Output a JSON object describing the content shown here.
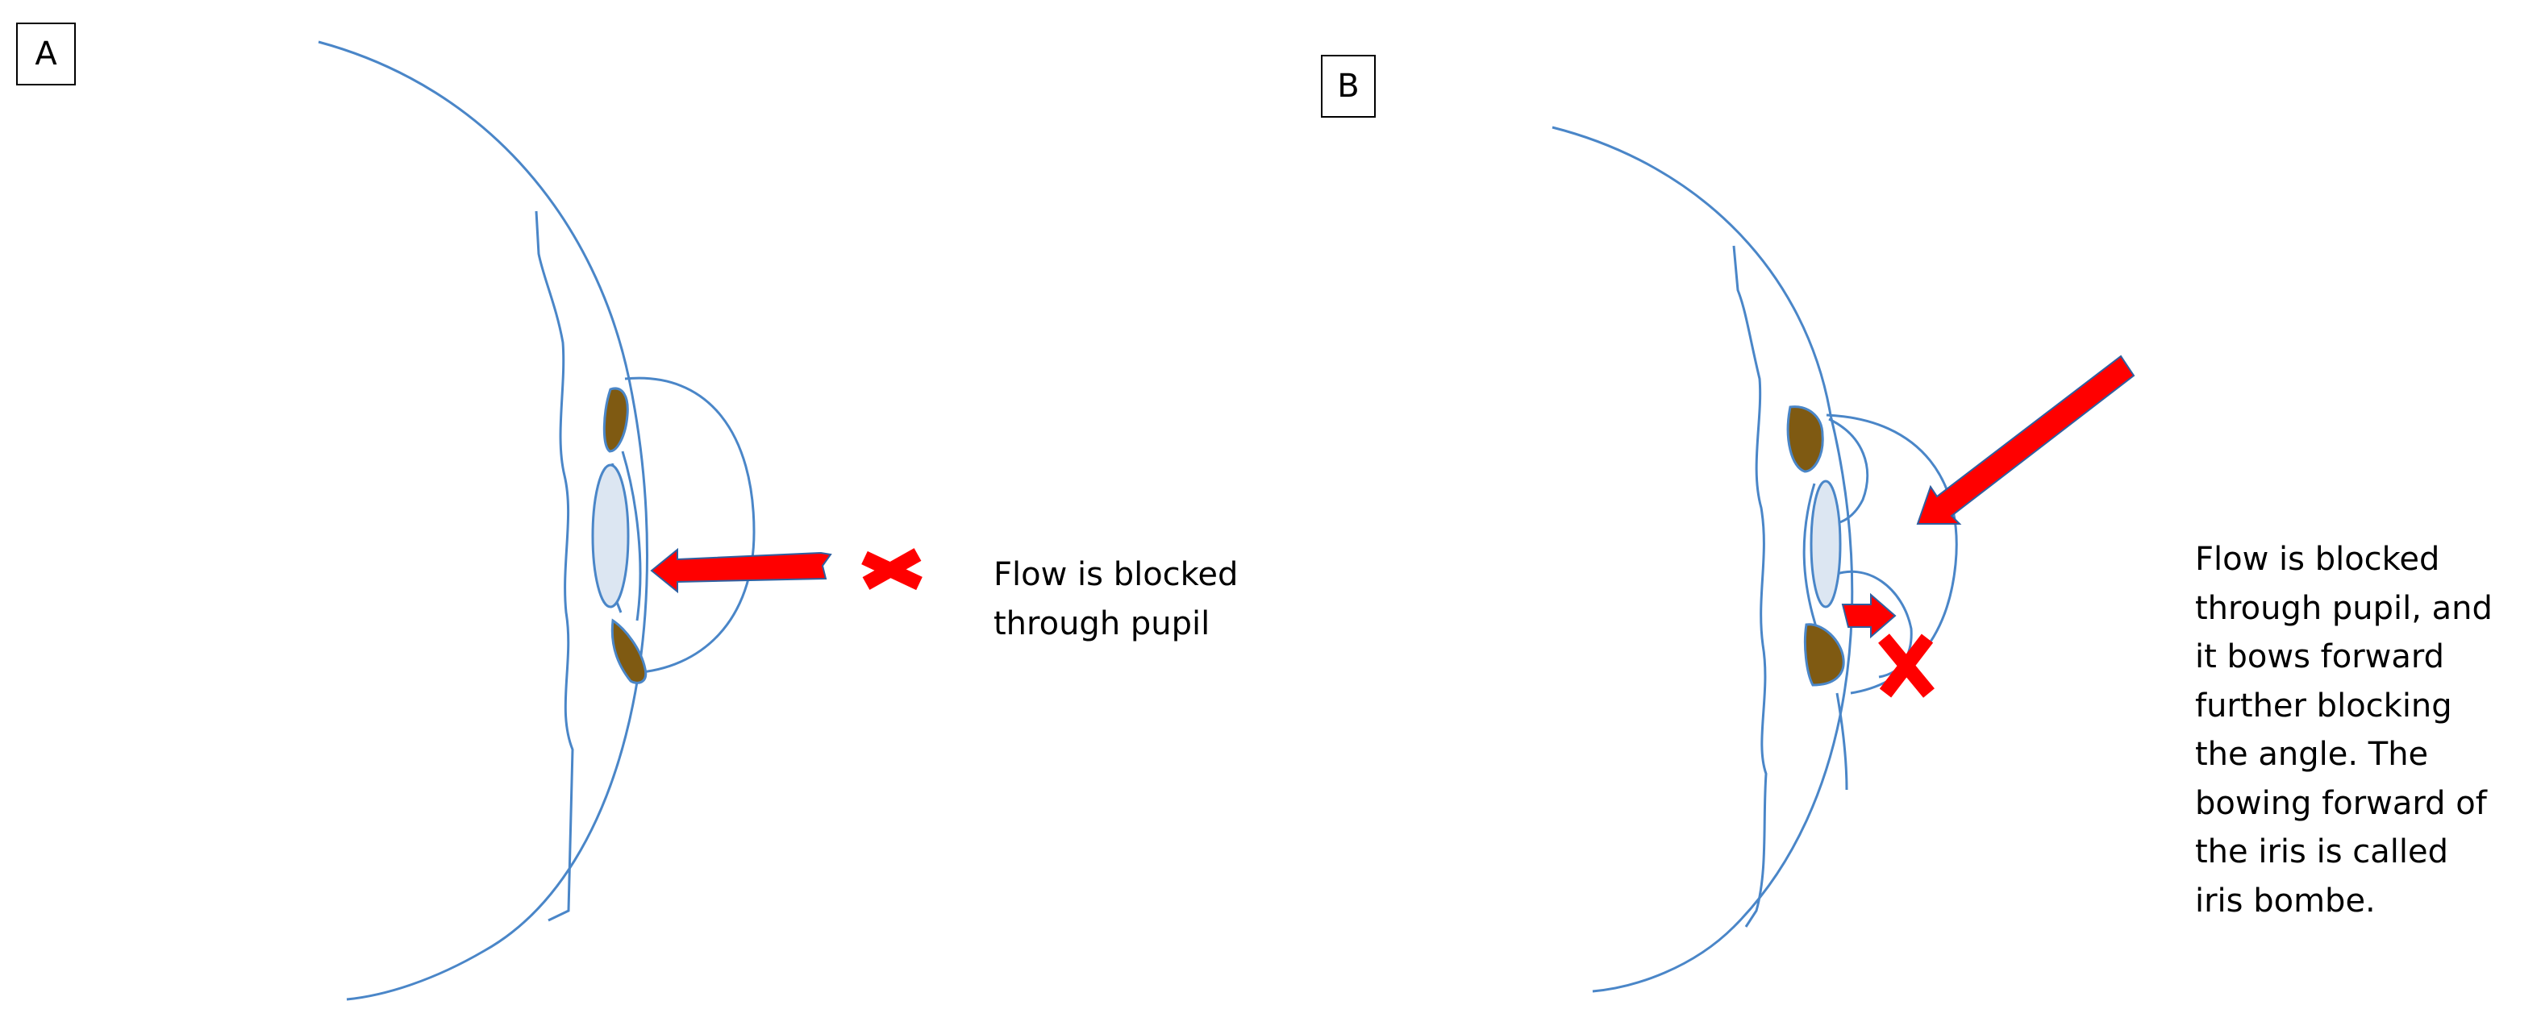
{
  "panels": {
    "a": {
      "label": "A",
      "caption": "Flow is blocked\nthrough pupil"
    },
    "b": {
      "label": "B",
      "caption": "Flow is blocked\nthrough pupil, and\nit bows forward\nfurther blocking\nthe angle. The\nbowing forward of\nthe iris is called\niris bombe."
    }
  },
  "colors": {
    "outline": "#4a86c8",
    "iris_fill": "#7f5a12",
    "lens_fill": "#dce6f2",
    "arrow": "#ff0000",
    "cross": "#ff0000"
  }
}
